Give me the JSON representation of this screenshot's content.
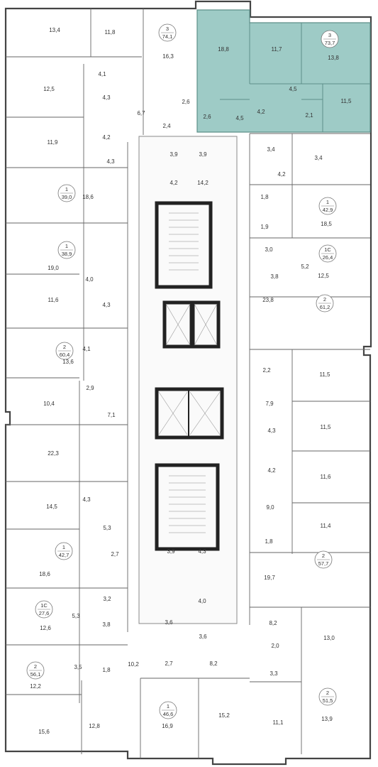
{
  "highlight_color": "#9ecbc6",
  "apartments": [
    {
      "rooms": "3",
      "area": "74,1"
    },
    {
      "rooms": "3",
      "area": "73,7"
    },
    {
      "rooms": "1",
      "area": "39,0"
    },
    {
      "rooms": "1",
      "area": "42,9"
    },
    {
      "rooms": "1",
      "area": "38,9"
    },
    {
      "rooms": "1С",
      "area": "26,4"
    },
    {
      "rooms": "2",
      "area": "61,2"
    },
    {
      "rooms": "2",
      "area": "60,4"
    },
    {
      "rooms": "1",
      "area": "42,7"
    },
    {
      "rooms": "2",
      "area": "57,7"
    },
    {
      "rooms": "1С",
      "area": "27,6"
    },
    {
      "rooms": "2",
      "area": "56,1"
    },
    {
      "rooms": "2",
      "area": "51,5"
    },
    {
      "rooms": "1",
      "area": "46,6"
    }
  ],
  "room_areas": [
    "13,4",
    "11,8",
    "16,3",
    "18,8",
    "11,7",
    "13,8",
    "4,1",
    "12,5",
    "4,3",
    "6,7",
    "2,6",
    "4,5",
    "4,2",
    "2,1",
    "11,5",
    "2,6",
    "4,5",
    "2,4",
    "11,9",
    "4,2",
    "4,3",
    "3,9",
    "3,9",
    "3,4",
    "3,4",
    "4,2",
    "14,2",
    "4,2",
    "18,6",
    "1,8",
    "18,5",
    "1,9",
    "19,0",
    "3,0",
    "5,2",
    "3,8",
    "12,5",
    "4,0",
    "11,6",
    "4,3",
    "23,8",
    "13,6",
    "4,1",
    "2,2",
    "11,5",
    "2,9",
    "10,4",
    "7,9",
    "11,5",
    "7,1",
    "4,3",
    "22,3",
    "4,2",
    "11,6",
    "14,5",
    "4,3",
    "9,0",
    "5,3",
    "11,4",
    "1,8",
    "18,6",
    "2,7",
    "19,7",
    "3,9",
    "4,3",
    "4,0",
    "3,2",
    "5,3",
    "3,8",
    "12,6",
    "3,6",
    "3,6",
    "8,2",
    "13,0",
    "2,0",
    "3,5",
    "1,8",
    "10,2",
    "12,2",
    "2,7",
    "8,2",
    "3,3",
    "15,6",
    "12,8",
    "16,9",
    "15,2",
    "11,1",
    "13,9"
  ]
}
